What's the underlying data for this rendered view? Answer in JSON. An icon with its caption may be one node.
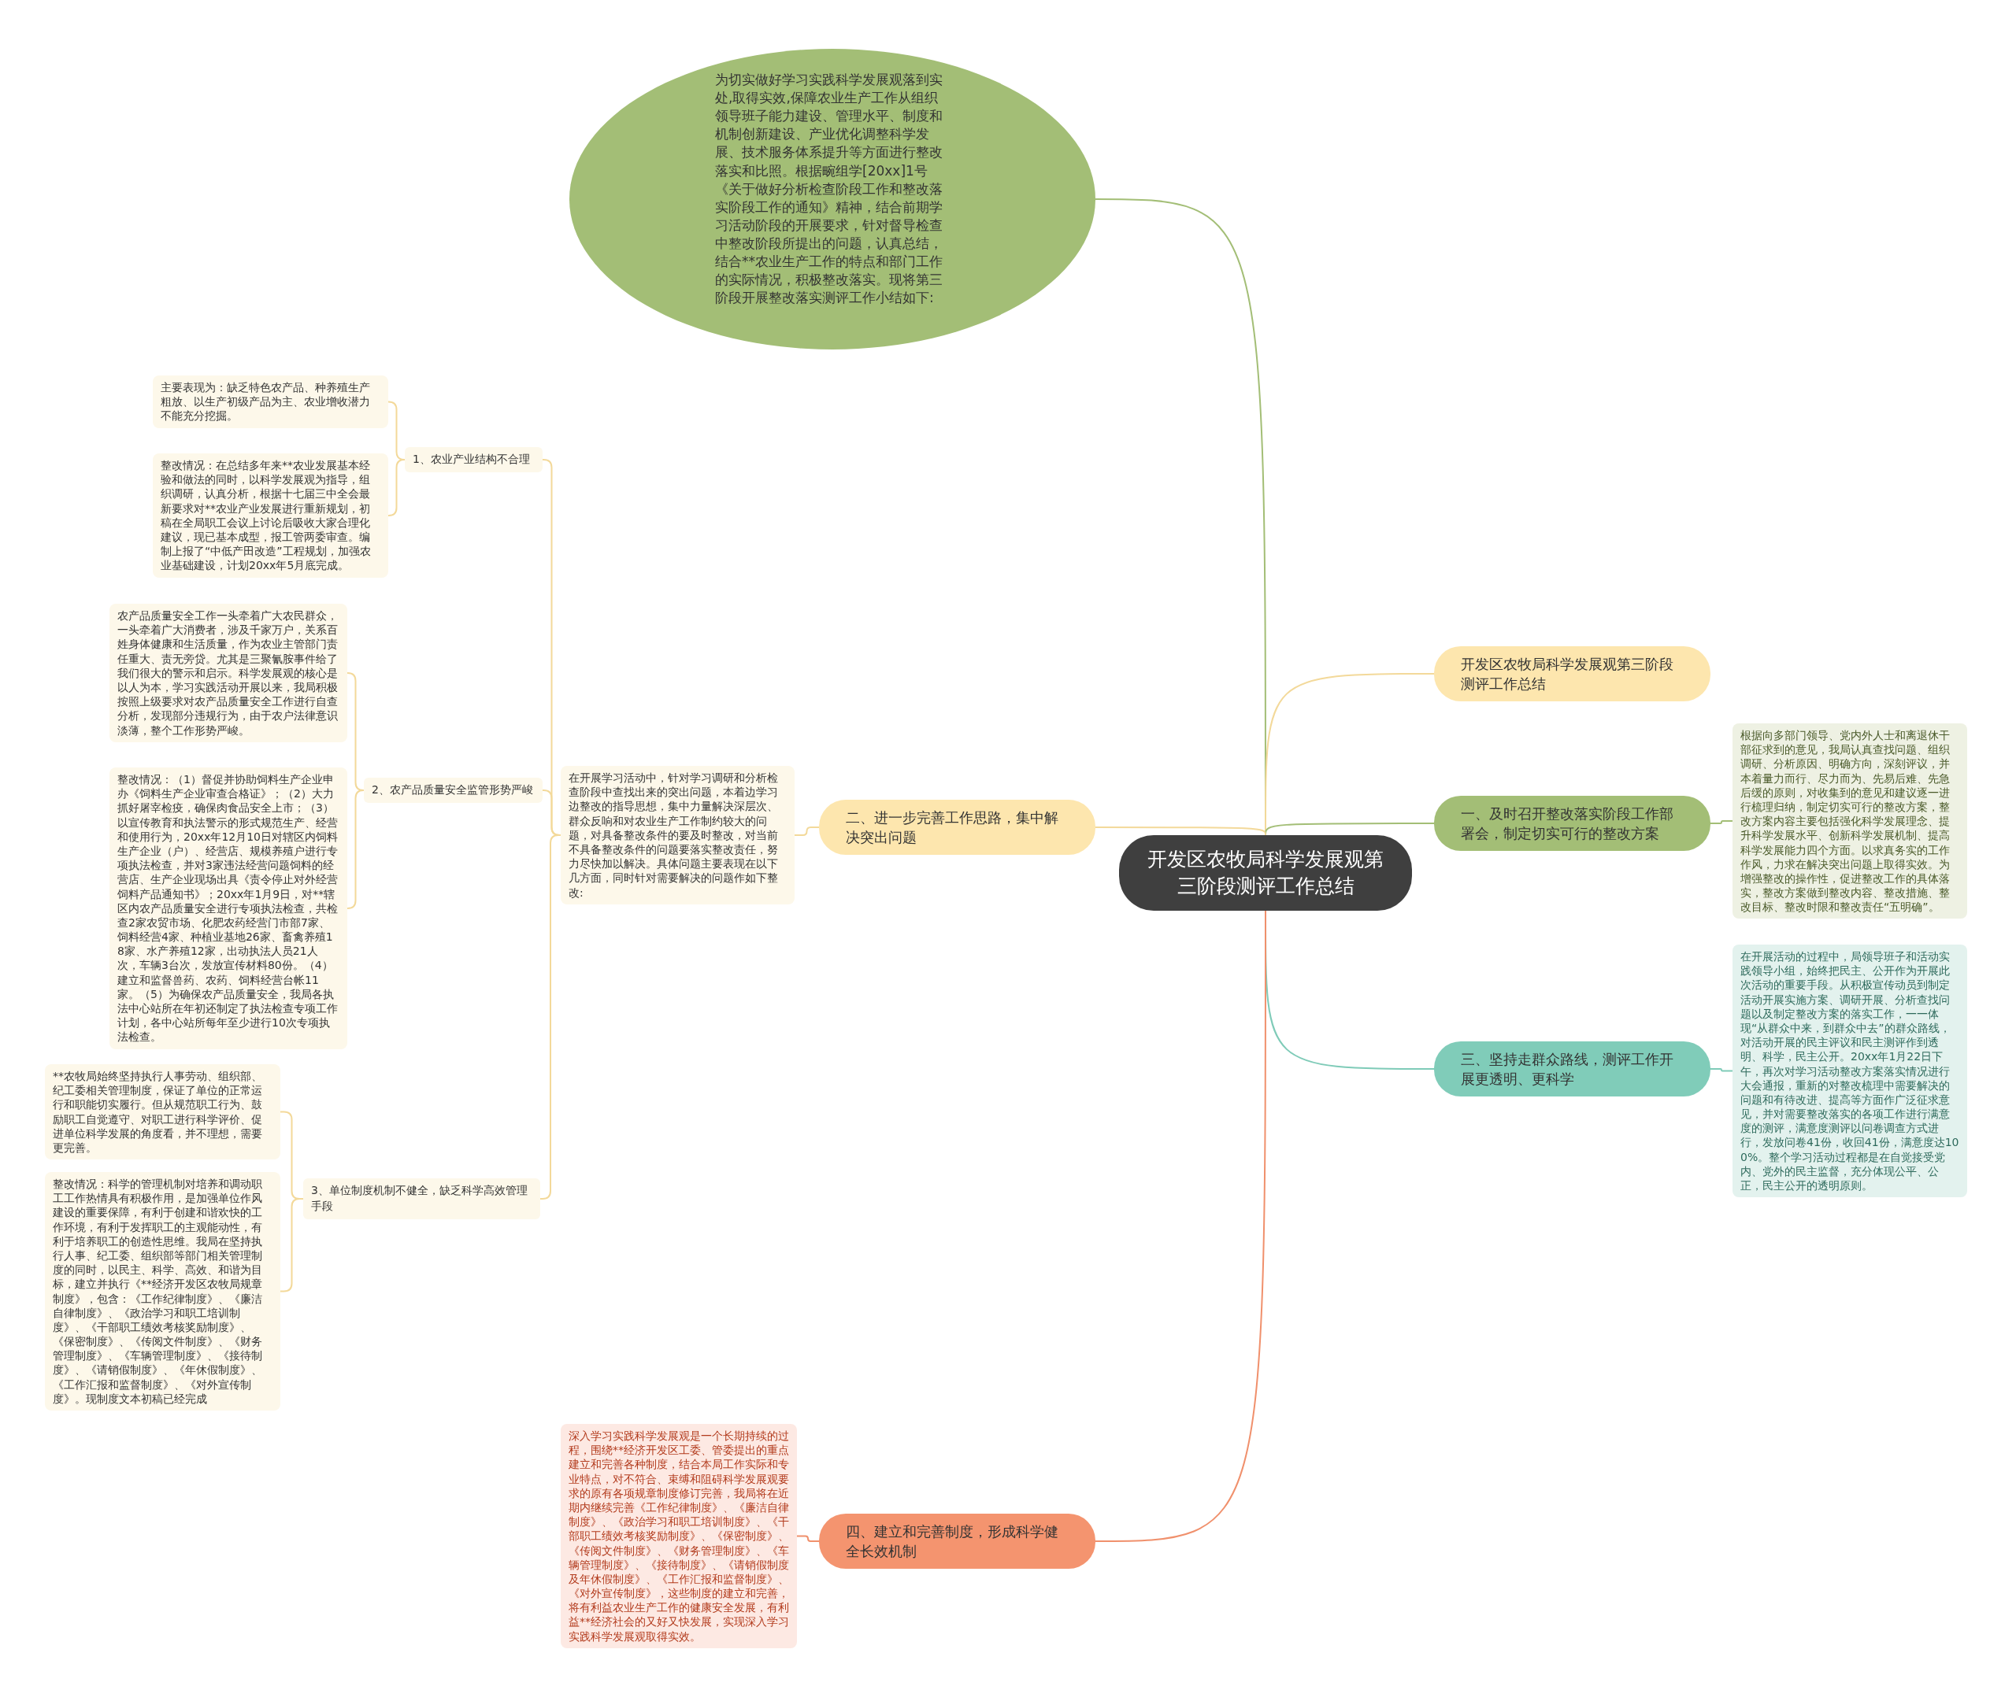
{
  "diagram": {
    "nodes": [
      {
        "text": [
          "开发区农牧局科学发展观第三阶段测评工作总结"
        ]
      },
      {
        "text": [
          "为切实做好学习实践科学发展观落到实处,取得实效,保障农业生产工作从组织领导班子能力建设、管理水平、制度和机制创新建设、产业优化调整科学发展、技术服务体系提升等方面进行整改落实和比照。根据畹组学[20xx]1号《关于做好分析检查阶段工作和整改落实阶段工作的通知》精神，结合前期学习活动阶段的开展要求，针对督导检查中整改阶段所提出的问题，认真总结，结合**农业生产工作的特点和部门工作的实际情况，积极整改落实。现将第三阶段开展整改落实测评工作小结如下:"
        ]
      },
      {
        "text": [
          "开发区农牧局科学发展观第三阶段测评工作总结"
        ]
      },
      {
        "text": [
          "一、及时召开整改落实阶段工作部署会，制定切实可行的整改方案"
        ]
      },
      {
        "text": [
          "根据向多部门领导、党内外人士和离退休干部征求到的意见，我局认真查找问题、组织调研、分析原因、明确方向，深刻评议，并本着量力而行、尽力而为、先易后难、先急后缓的原则，对收集到的意见和建议逐一进行梳理归纳，制定切实可行的整改方案，整改方案内容主要包括强化科学发展理念、提升科学发展水平、创新科学发展机制、提高科学发展能力四个方面。以求真务实的工作作风，力求在解决突出问题上取得实效。为增强整改的操作性，促进整改工作的具体落实，整改方案做到整改内容、整改措施、整改目标、整改时限和整改责任“五明确”。"
        ]
      },
      {
        "text": [
          "三、坚持走群众路线，测评工作开展更透明、更科学"
        ]
      },
      {
        "text": [
          "在开展活动的过程中，局领导班子和活动实践领导小组，始终把民主、公开作为开展此次活动的重要手段。从积极宣传动员到制定活动开展实施方案、调研开展、分析查找问题以及制定整改方案的落实工作，一一体现“从群众中来，到群众中去”的群众路线，对活动开展的民主评议和民主测评作到透明、科学，民主公开。20xx年1月22日下午，再次对学习活动整改方案落实情况进行大会通报，重新的对整改梳理中需要解决的问题和有待改进、提高等方面作广泛征求意见，并对需要整改落实的各项工作进行满意度的测评，满意度测评以问卷调查方式进行，发放问卷41份，收回41份，满意度达100%。整个学习活动过程都是在自觉接受党内、党外的民主监督，充分体现公平、公正，民主公开的透明原则。"
        ]
      },
      {
        "text": [
          "二、进一步完善工作思路，集中解决突出问题"
        ]
      },
      {
        "text": [
          "在开展学习活动中，针对学习调研和分析检查阶段中查找出来的突出问题，本着边学习边整改的指导思想，集中力量解决深层次、群众反响和对农业生产工作制约较大的问题，对具备整改条件的要及时整改，对当前不具备整改条件的问题要落实整改责任，努力尽快加以解决。具体问题主要表现在以下几方面，同时针对需要解决的问题作如下整改:"
        ]
      },
      {
        "text": [
          "1、农业产业结构不合理"
        ]
      },
      {
        "text": [
          "主要表现为：缺乏特色农产品、种养殖生产粗放、以生产初级产品为主、农业增收潜力不能充分挖掘。"
        ]
      },
      {
        "text": [
          "整改情况：在总结多年来**农业发展基本经验和做法的同时，以科学发展观为指导，组织调研，认真分析，根据十七届三中全会最新要求对**农业产业发展进行重新规划，初稿在全局职工会议上讨论后吸收大家合理化建议，现已基本成型，报工管两委审查。编制上报了“中低产田改造”工程规划，加强农业基础建设，计划20xx年5月底完成。"
        ]
      },
      {
        "text": [
          "2、农产品质量安全监管形势严峻"
        ]
      },
      {
        "text": [
          "农产品质量安全工作一头牵着广大农民群众，一头牵着广大消费者，涉及千家万户，关系百姓身体健康和生活质量，作为农业主管部门责任重大、责无旁贷。尤其是三聚氰胺事件给了我们很大的警示和启示。科学发展观的核心是以人为本，学习实践活动开展以来，我局积极按照上级要求对农产品质量安全工作进行自查分析，发现部分违规行为，由于农户法律意识淡薄，整个工作形势严峻。"
        ]
      },
      {
        "text": [
          "整改情况：（1）督促并协助饲料生产企业申办《饲料生产企业审查合格证》；（2）大力抓好屠宰检疫，确保肉食品安全上市；（3）以宣传教育和执法警示的形式规范生产、经营和使用行为，20xx年12月10日对辖区内饲料生产企业（户）、经营店、规模养殖户进行专项执法检查，并对3家违法经营问题饲料的经营店、生产企业现场出具《责令停止对外经营饲料产品通知书》；20xx年1月9日，对**辖区内农产品质量安全进行专项执法检查，共检查2家农贸市场、化肥农药经营门市部7家、饲料经营4家、种植业基地26家、畜禽养殖18家、水产养殖12家，出动执法人员21人次，车辆3台次，发放宣传材料80份。（4）建立和监督兽药、农药、饲料经营台帐11家。（5）为确保农产品质量安全，我局各执法中心站所在年初还制定了执法检查专项工作计划，各中心站所每年至少进行10次专项执法检查。"
        ]
      },
      {
        "text": [
          "3、单位制度机制不健全，缺乏科学高效管理手段"
        ]
      },
      {
        "text": [
          "**农牧局始终坚持执行人事劳动、组织部、纪工委相关管理制度，保证了单位的正常运行和职能切实履行。但从规范职工行为、鼓励职工自觉遵守、对职工进行科学评价、促进单位科学发展的角度看，并不理想，需要更完善。"
        ]
      },
      {
        "text": [
          "整改情况：科学的管理机制对培养和调动职工工作热情具有积极作用，是加强单位作风建设的重要保障，有利于创建和谐欢快的工作环境，有利于发挥职工的主观能动性，有利于培养职工的创造性思维。我局在坚持执行人事、纪工委、组织部等部门相关管理制度的同时，以民主、科学、高效、和谐为目标，建立并执行《**经济开发区农牧局规章制度》，包含：《工作纪律制度》、《廉洁自律制度》、《政治学习和职工培训制度》、《干部职工绩效考核奖励制度》、《保密制度》、《传阅文件制度》、《财务管理制度》、《车辆管理制度》、《接待制度》、《请销假制度》、《年休假制度》、《工作汇报和监督制度》、《对外宣传制度》。现制度文本初稿已经完成"
        ]
      },
      {
        "text": [
          "四、建立和完善制度，形成科学健全长效机制"
        ]
      },
      {
        "text": [
          "深入学习实践科学发展观是一个长期持续的过程，围绕**经济开发区工委、管委提出的重点建立和完善各种制度，结合本局工作实际和专业特点，对不符合、束缚和阻碍科学发展观要求的原有各项规章制度修订完善，我局将在近期内继续完善《工作纪律制度》、《廉洁自律制度》、《政治学习和职工培训制度》、《干部职工绩效考核奖励制度》、《保密制度》、《传阅文件制度》、《财务管理制度》、《车辆管理制度》、《接待制度》、《请销假制度及年休假制度》、《工作汇报和监督制度》、《对外宣传制度》，这些制度的建立和完善，将有利益农业生产工作的健康安全发展，有利益**经济社会的又好又快发展，实现深入学习实践科学发展观取得实效。"
        ]
      }
    ],
    "edges": [
      {
        "from": 0,
        "to": 1,
        "arrow": "none",
        "color": "#a3be76"
      },
      {
        "from": 0,
        "to": 2,
        "arrow": "none"
      },
      {
        "from": 0,
        "to": 3,
        "arrow": "none",
        "color": "#a3be76"
      },
      {
        "from": 3,
        "to": 4,
        "arrow": "none",
        "color": "#a3be76"
      },
      {
        "from": 0,
        "to": 5,
        "arrow": "none",
        "color": "#7fcbb8"
      },
      {
        "from": 5,
        "to": 6,
        "arrow": "none",
        "color": "#7fcbb8"
      },
      {
        "from": 0,
        "to": 7,
        "arrow": "none"
      },
      {
        "from": 7,
        "to": 8,
        "arrow": "none"
      },
      {
        "from": 8,
        "to": 9,
        "arrow": "none"
      },
      {
        "from": 9,
        "to": 10,
        "arrow": "none"
      },
      {
        "from": 9,
        "to": 11,
        "arrow": "none"
      },
      {
        "from": 8,
        "to": 12,
        "arrow": "none"
      },
      {
        "from": 12,
        "to": 13,
        "arrow": "none"
      },
      {
        "from": 12,
        "to": 14,
        "arrow": "none"
      },
      {
        "from": 8,
        "to": 15,
        "arrow": "none"
      },
      {
        "from": 15,
        "to": 16,
        "arrow": "none"
      },
      {
        "from": 15,
        "to": 17,
        "arrow": "none"
      },
      {
        "from": 0,
        "to": 18,
        "arrow": "none",
        "color": "#f0906c"
      },
      {
        "from": 18,
        "to": 19,
        "arrow": "none",
        "color": "#f0906c"
      }
    ]
  }
}
